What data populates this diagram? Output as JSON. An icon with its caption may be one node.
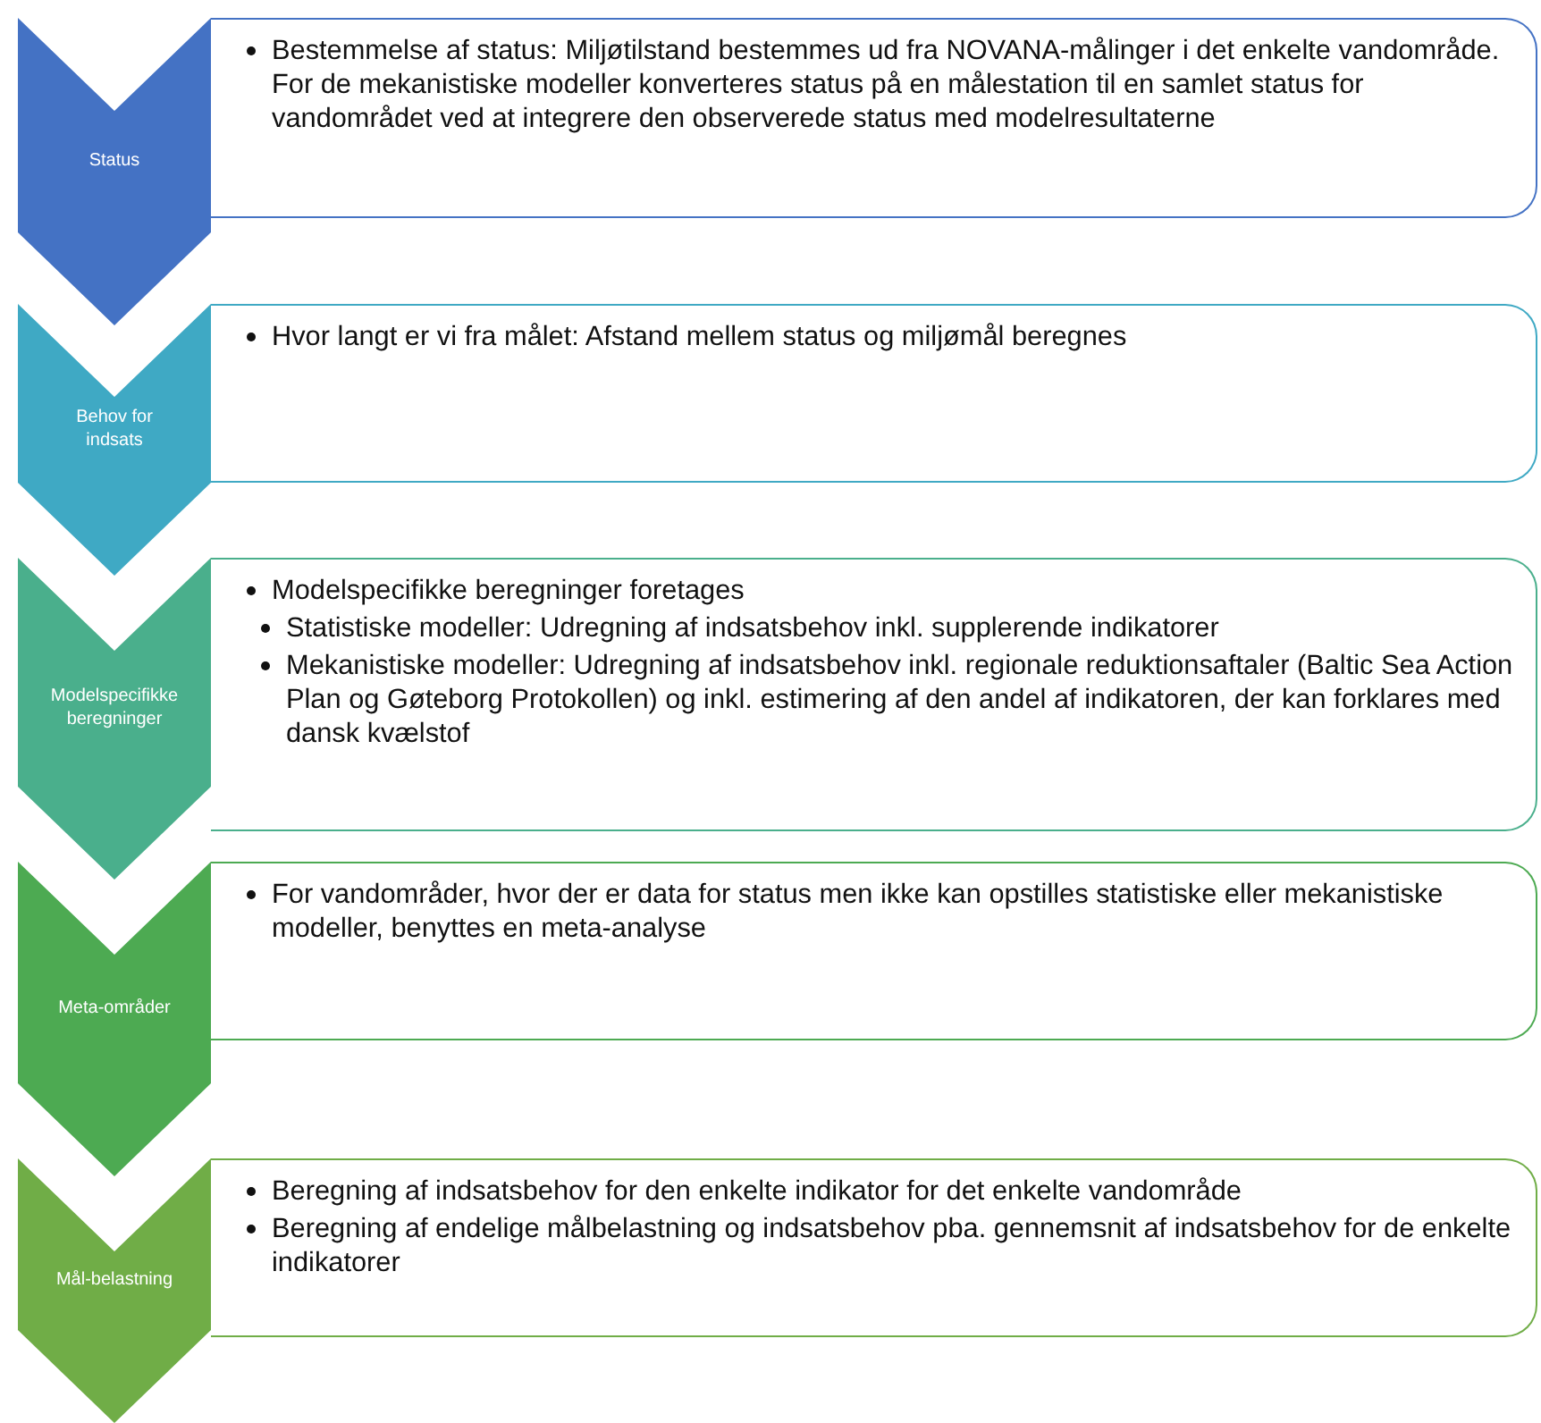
{
  "diagram": {
    "nodes": [
      {
        "text": [
          "Status"
        ]
      },
      {
        "text": [
          "Behov for indsats"
        ]
      },
      {
        "text": [
          "Modelspecifikke beregninger"
        ]
      },
      {
        "text": [
          "Meta-områder"
        ]
      },
      {
        "text": [
          "Mål-belastning"
        ]
      },
      {
        "text": [
          "Bestemmelse af status: Miljøtilstand bestemmes ud fra NOVANA-målinger i det enkelte vandområde. For de mekanistiske modeller konverteres status på en målestation til en samlet status for vandområdet ved at integrere den observerede status med modelresultaterne"
        ]
      },
      {
        "text": [
          "Hvor langt er vi fra målet: Afstand mellem status og miljømål beregnes"
        ]
      },
      {
        "text": [
          "Modelspecifikke beregninger foretages",
          "Statistiske modeller: Udregning af indsatsbehov inkl. supplerende indikatorer",
          "Mekanistiske modeller: Udregning af indsatsbehov inkl. regionale reduktionsaftaler (Baltic Sea Action Plan og Gøteborg Protokollen) og inkl. estimering af den andel af indikatoren, der kan forklares med dansk kvælstof"
        ]
      },
      {
        "text": [
          "For vandområder, hvor der er data for status men ikke kan opstilles statistiske eller mekanistiske modeller, benyttes en meta-analyse"
        ]
      },
      {
        "text": [
          "Beregning af indsatsbehov for den enkelte indikator for det enkelte vandområde",
          "Beregning af endelige målbelastning og indsatsbehov pba. gennemsnit af indsatsbehov for de enkelte indikatorer"
        ]
      }
    ]
  }
}
